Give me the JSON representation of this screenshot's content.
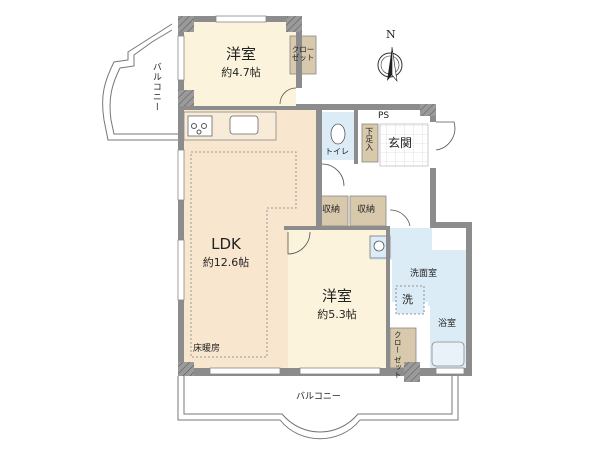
{
  "floorplan": {
    "compass": {
      "label": "N"
    },
    "rooms": [
      {
        "id": "western-room-1",
        "name": "洋室",
        "size": "約4.7帖"
      },
      {
        "id": "ldk",
        "name": "LDK",
        "size": "約12.6帖"
      },
      {
        "id": "western-room-2",
        "name": "洋室",
        "size": "約5.3帖"
      }
    ],
    "labels": {
      "closet_top": "クロー\nゼット",
      "closet_bottom": "クロー ゼット",
      "balcony_left": "バルコニー",
      "balcony_bottom": "バルコニー",
      "ps": "PS",
      "toilet": "トイレ",
      "shoe_storage": "下足入",
      "entrance": "玄関",
      "storage_1": "収納",
      "storage_2": "収納",
      "washroom": "洗面室",
      "washer": "洗",
      "bathroom": "浴室",
      "floor_heating": "床暖房"
    },
    "colors": {
      "wall": "#8c8c8c",
      "ldk_floor": "#f8e6cf",
      "western_floor": "#fbf3dc",
      "wet_area": "#dcecf6",
      "closet": "#d8c9ac",
      "entrance": "#ffffff"
    }
  }
}
